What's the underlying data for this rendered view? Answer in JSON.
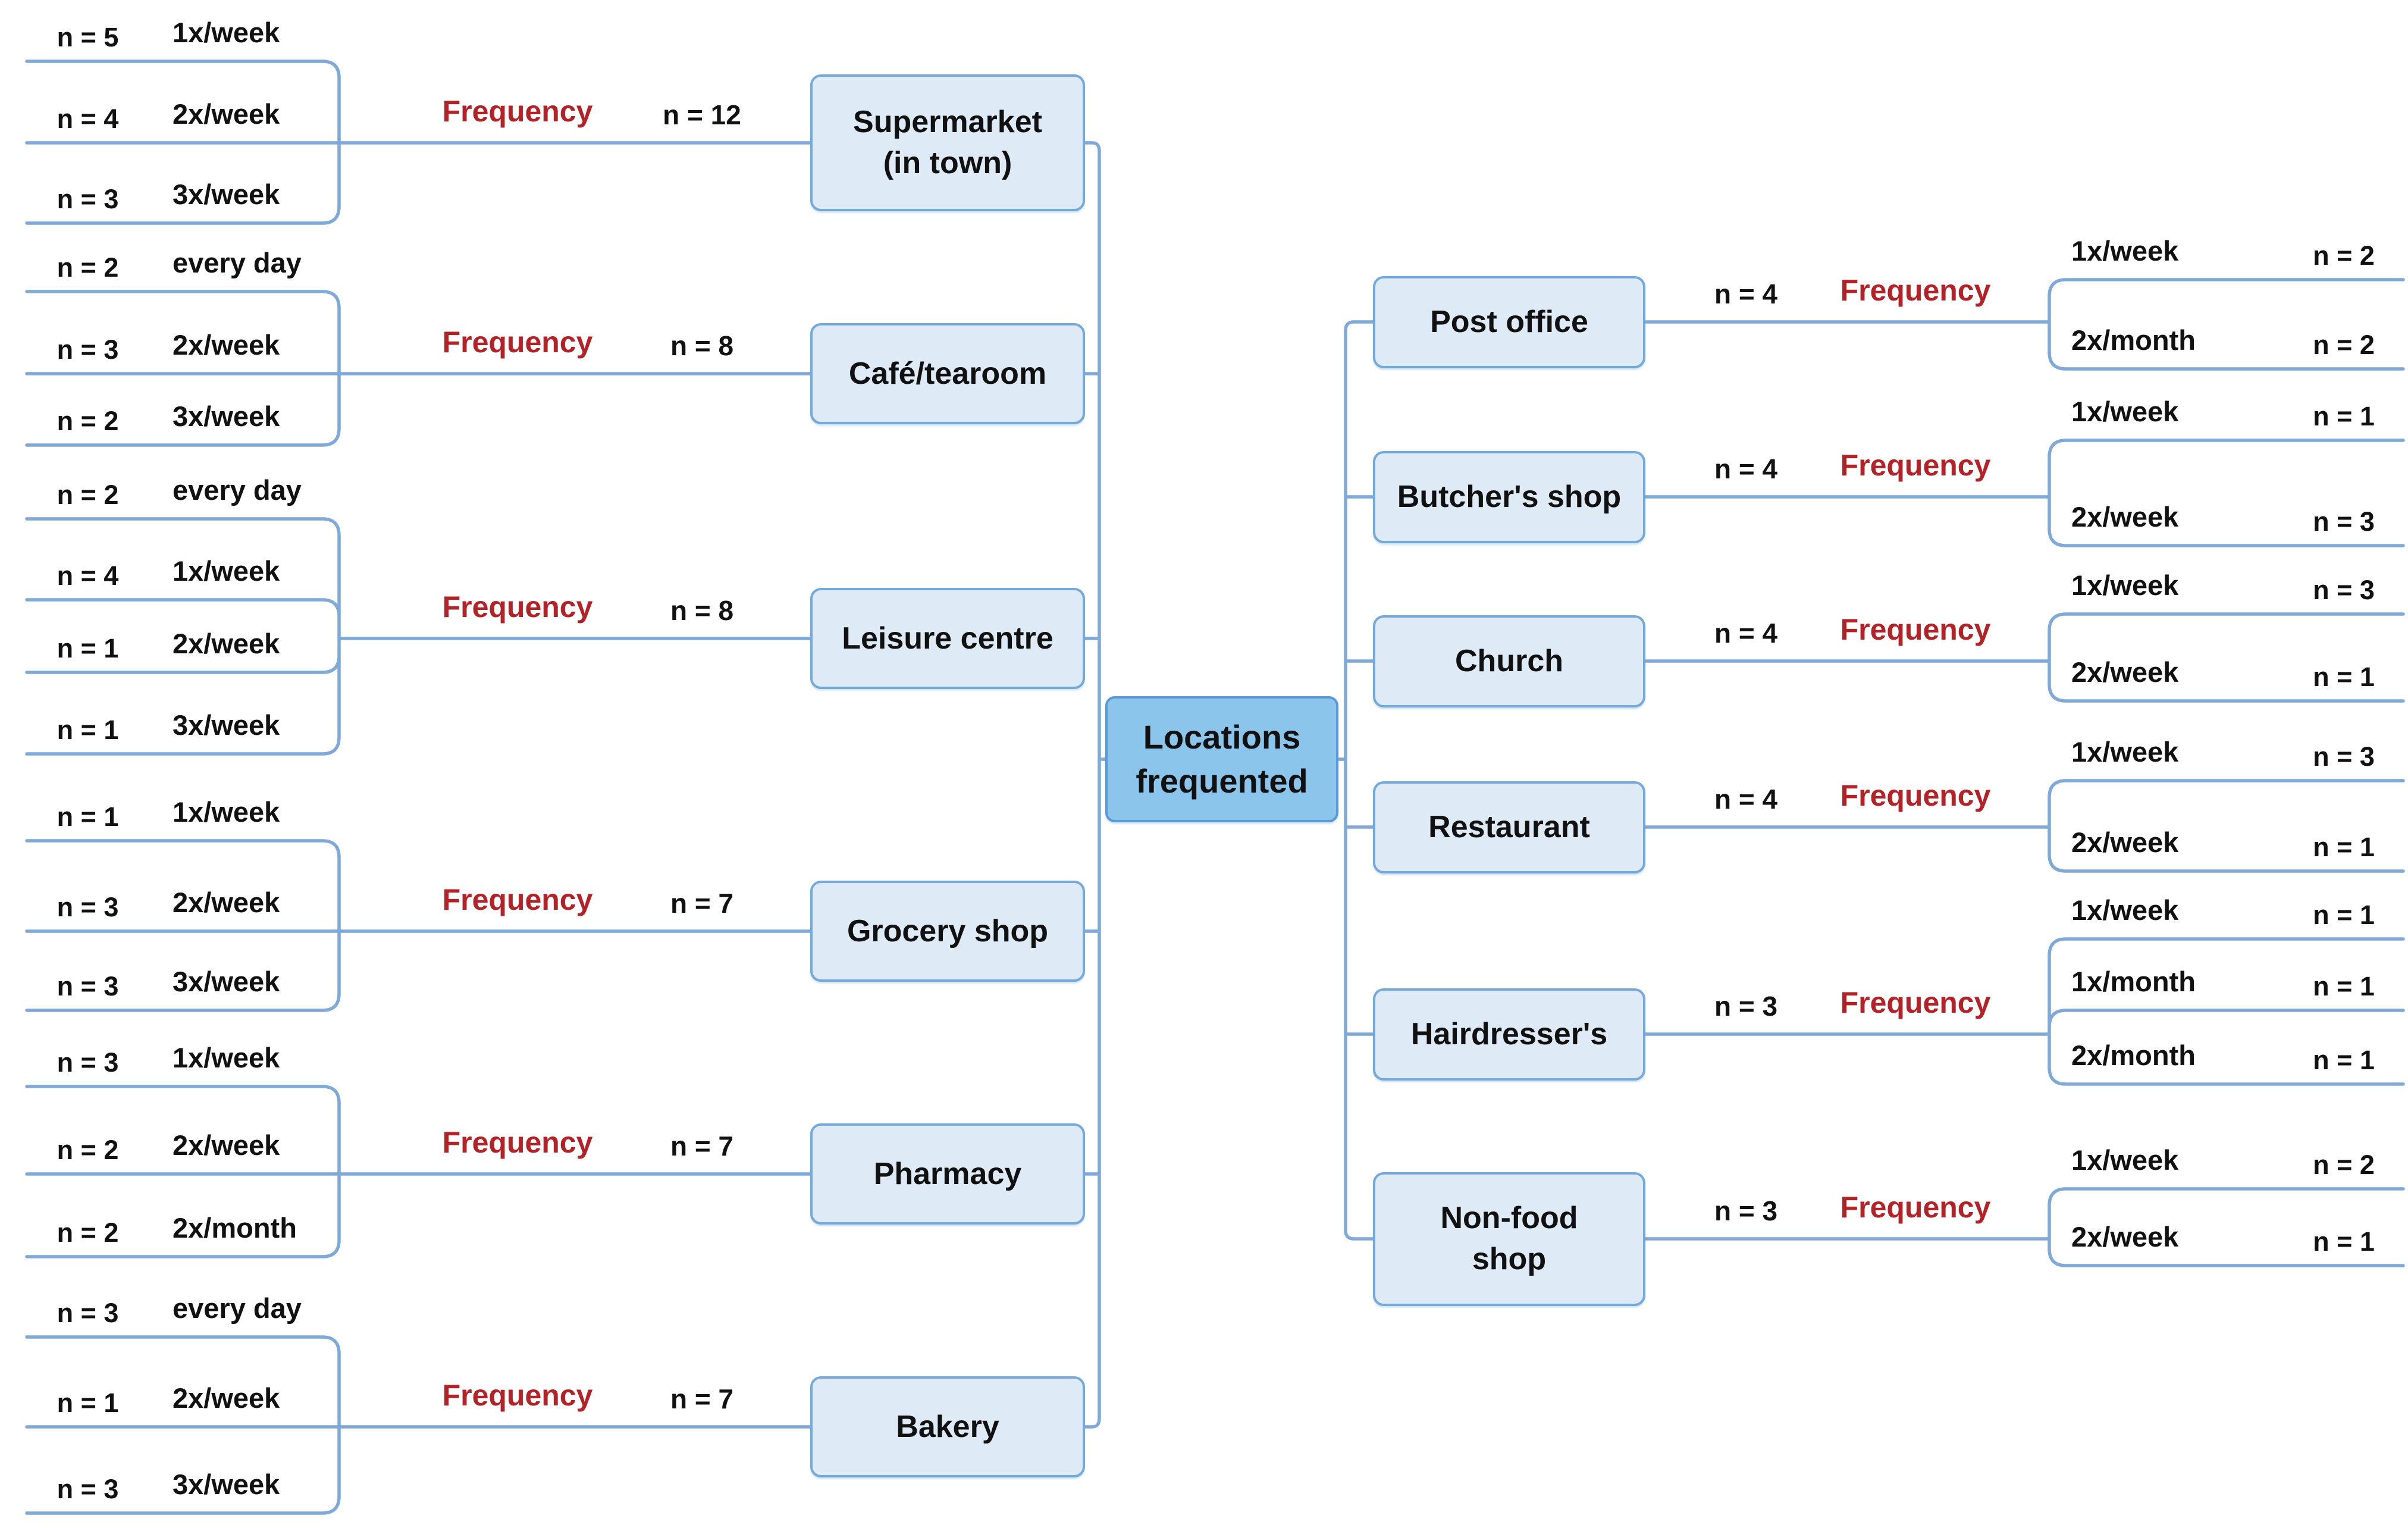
{
  "center": {
    "label": "Locations\nfrequented"
  },
  "colors": {
    "node_fill": "#DEEBF7",
    "node_border": "#74A9DC",
    "center_fill": "#8CC5EB",
    "center_border": "#5B9BD5",
    "line": "#7FA9D9",
    "frequency_text": "#B22226",
    "text": "#111111"
  },
  "left_branches": [
    {
      "location": "Supermarket\n(in town)",
      "count": "n = 12",
      "connector_label": "Frequency",
      "frequencies": [
        {
          "label": "1x/week",
          "count": "n = 5"
        },
        {
          "label": "2x/week",
          "count": "n = 4"
        },
        {
          "label": "3x/week",
          "count": "n = 3"
        }
      ]
    },
    {
      "location": "Café/tearoom",
      "count": "n = 8",
      "connector_label": "Frequency",
      "frequencies": [
        {
          "label": "every day",
          "count": "n = 2"
        },
        {
          "label": "2x/week",
          "count": "n = 3"
        },
        {
          "label": "3x/week",
          "count": "n = 2"
        }
      ]
    },
    {
      "location": "Leisure centre",
      "count": "n = 8",
      "connector_label": "Frequency",
      "frequencies": [
        {
          "label": "every day",
          "count": "n = 2"
        },
        {
          "label": "1x/week",
          "count": "n = 4"
        },
        {
          "label": "2x/week",
          "count": "n = 1"
        },
        {
          "label": "3x/week",
          "count": "n = 1"
        }
      ]
    },
    {
      "location": "Grocery shop",
      "count": "n = 7",
      "connector_label": "Frequency",
      "frequencies": [
        {
          "label": "1x/week",
          "count": "n = 1"
        },
        {
          "label": "2x/week",
          "count": "n = 3"
        },
        {
          "label": "3x/week",
          "count": "n = 3"
        }
      ]
    },
    {
      "location": "Pharmacy",
      "count": "n = 7",
      "connector_label": "Frequency",
      "frequencies": [
        {
          "label": "1x/week",
          "count": "n = 3"
        },
        {
          "label": "2x/week",
          "count": "n = 2"
        },
        {
          "label": "2x/month",
          "count": "n = 2"
        }
      ]
    },
    {
      "location": "Bakery",
      "count": "n = 7",
      "connector_label": "Frequency",
      "frequencies": [
        {
          "label": "every day",
          "count": "n = 3"
        },
        {
          "label": "2x/week",
          "count": "n = 1"
        },
        {
          "label": "3x/week",
          "count": "n = 3"
        }
      ]
    }
  ],
  "right_branches": [
    {
      "location": "Post office",
      "count": "n = 4",
      "connector_label": "Frequency",
      "frequencies": [
        {
          "label": "1x/week",
          "count": "n = 2"
        },
        {
          "label": "2x/month",
          "count": "n = 2"
        }
      ]
    },
    {
      "location": "Butcher's shop",
      "count": "n = 4",
      "connector_label": "Frequency",
      "frequencies": [
        {
          "label": "1x/week",
          "count": "n = 1"
        },
        {
          "label": "2x/week",
          "count": "n = 3"
        }
      ]
    },
    {
      "location": "Church",
      "count": "n = 4",
      "connector_label": "Frequency",
      "frequencies": [
        {
          "label": "1x/week",
          "count": "n = 3"
        },
        {
          "label": "2x/week",
          "count": "n = 1"
        }
      ]
    },
    {
      "location": "Restaurant",
      "count": "n = 4",
      "connector_label": "Frequency",
      "frequencies": [
        {
          "label": "1x/week",
          "count": "n = 3"
        },
        {
          "label": "2x/week",
          "count": "n = 1"
        }
      ]
    },
    {
      "location": "Hairdresser's",
      "count": "n = 3",
      "connector_label": "Frequency",
      "frequencies": [
        {
          "label": "1x/week",
          "count": "n = 1"
        },
        {
          "label": "1x/month",
          "count": "n = 1"
        },
        {
          "label": "2x/month",
          "count": "n = 1"
        }
      ]
    },
    {
      "location": "Non-food\nshop",
      "count": "n = 3",
      "connector_label": "Frequency",
      "frequencies": [
        {
          "label": "1x/week",
          "count": "n = 2"
        },
        {
          "label": "2x/week",
          "count": "n = 1"
        }
      ]
    }
  ]
}
